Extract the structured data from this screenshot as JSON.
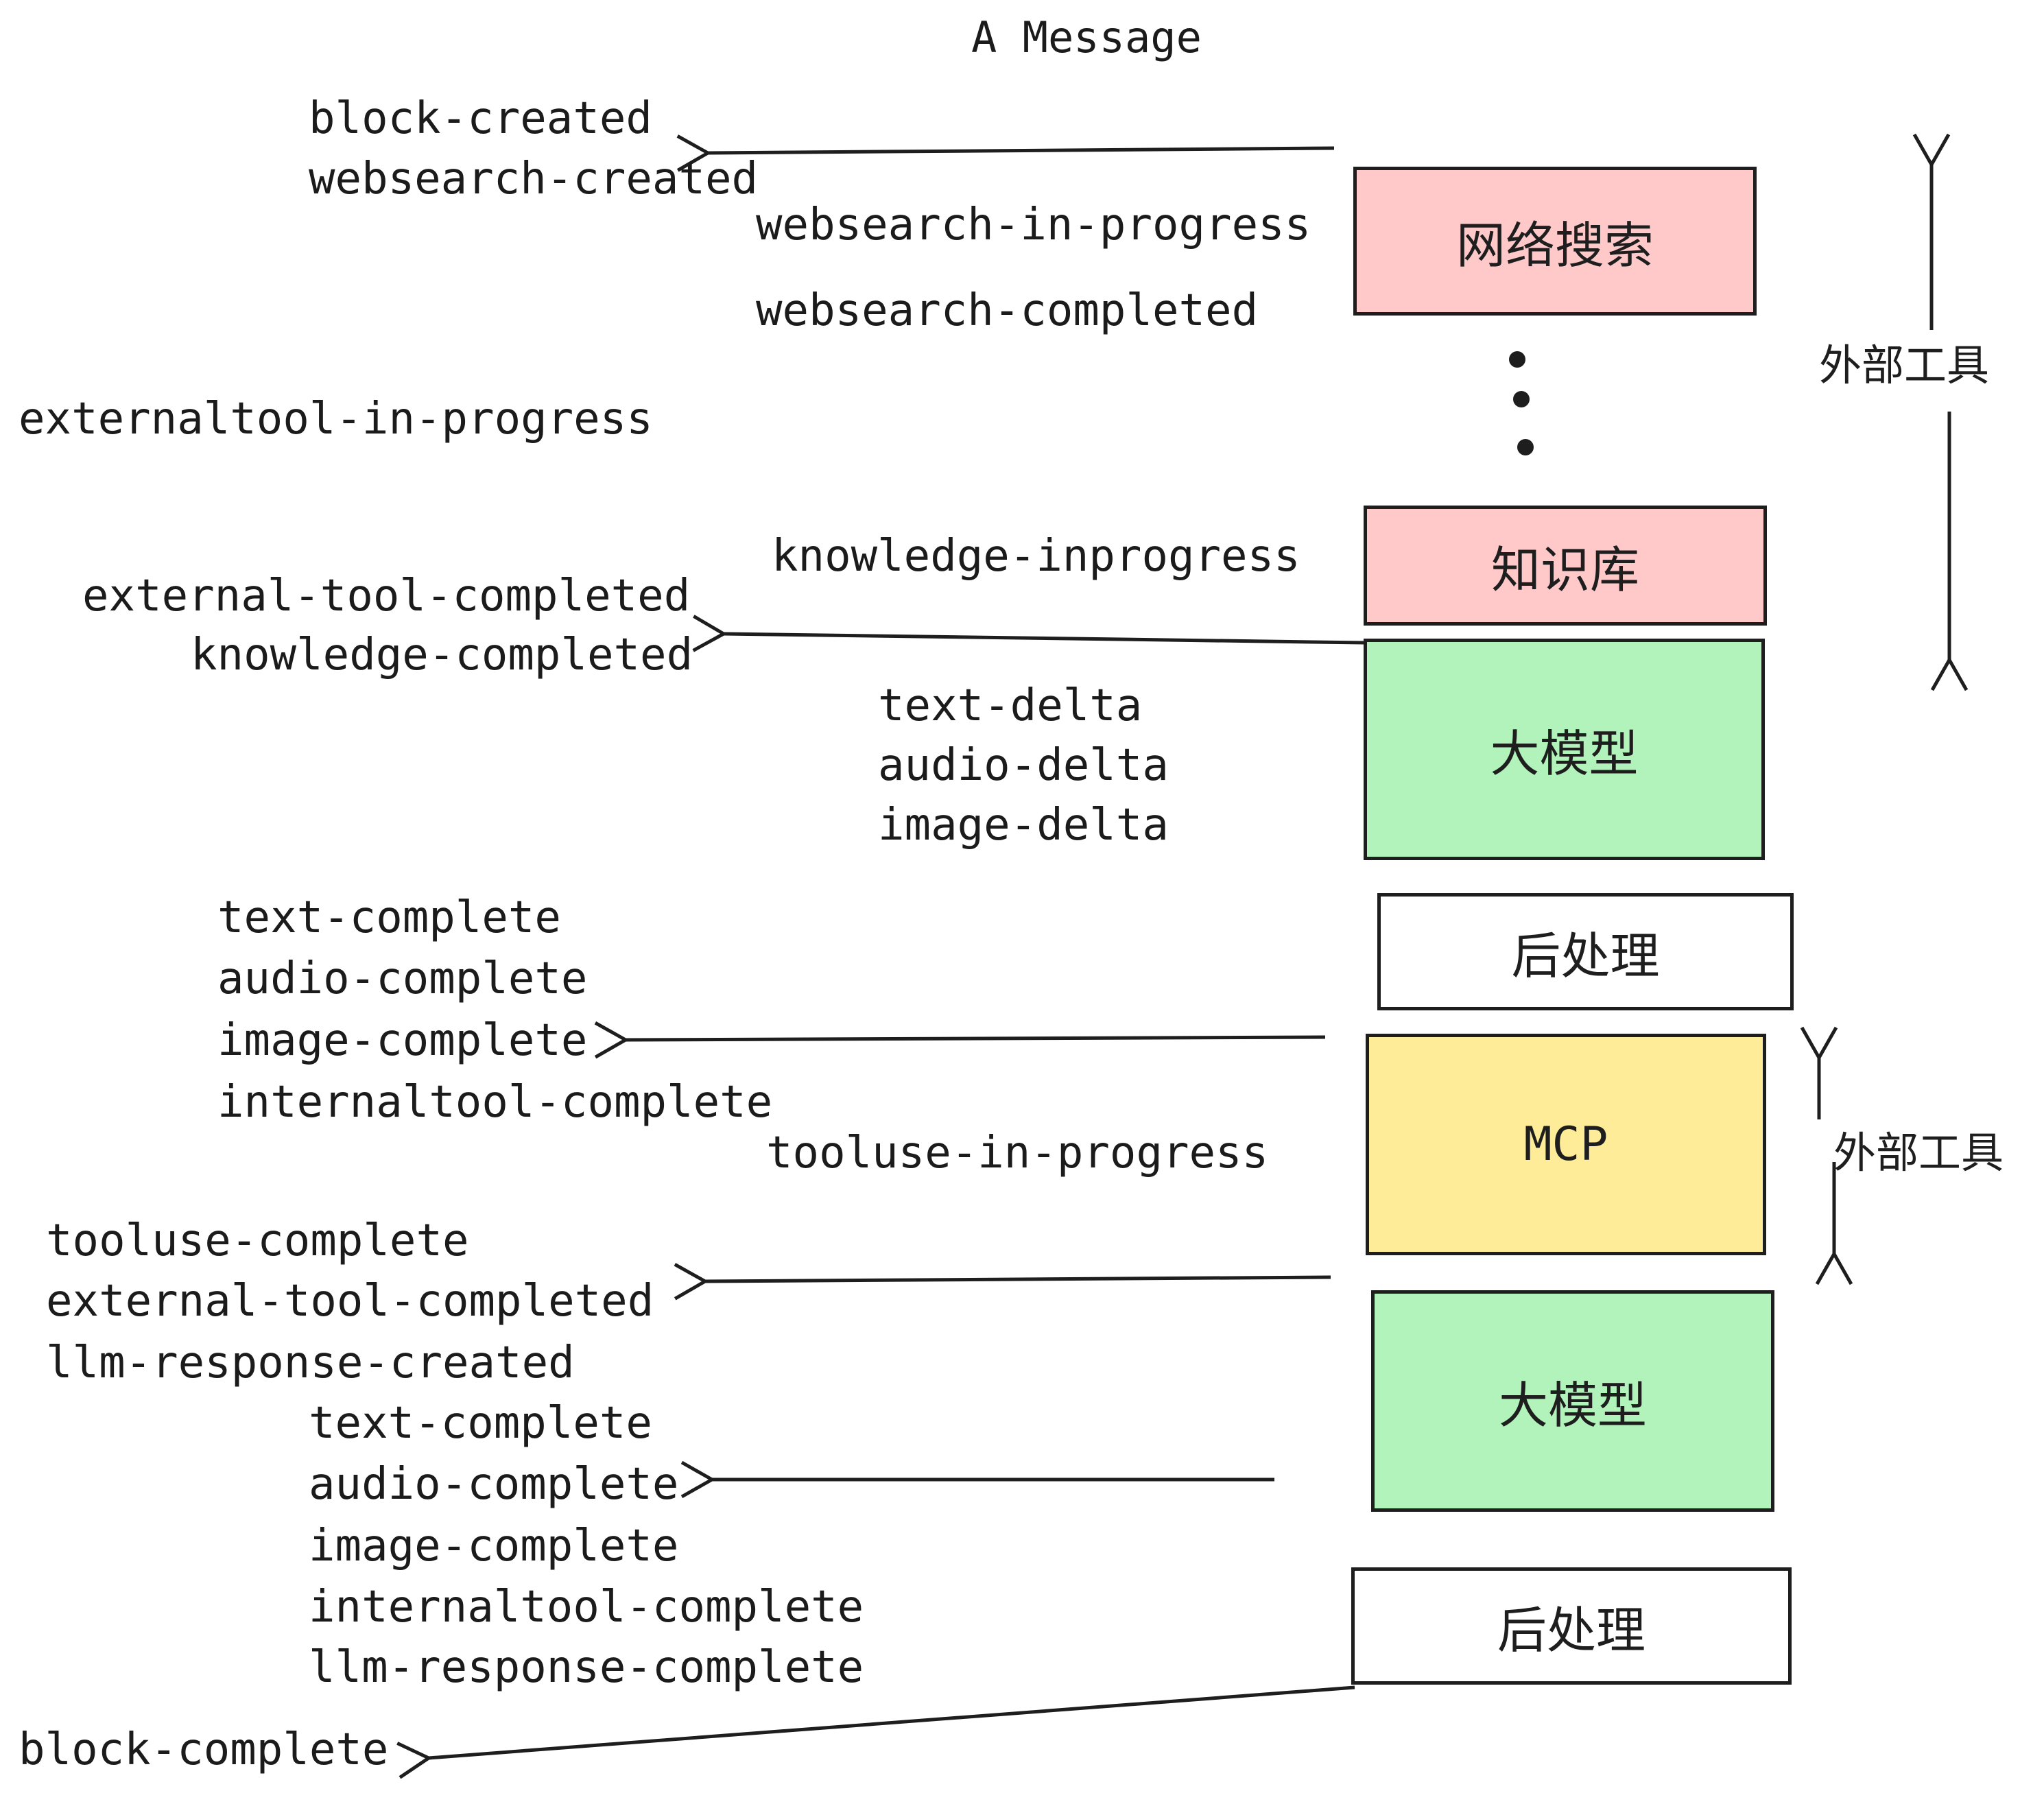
{
  "title": "A Message",
  "colors": {
    "ink": "#1e1e1e",
    "text": "#1b1b1b",
    "pink_box": "#ffc9c9",
    "green_box": "#b2f2bb",
    "yellow_box": "#ffec99",
    "white_box": "#ffffff",
    "background": "#ffffff"
  },
  "boxes": [
    {
      "id": "websearch",
      "label": "网络搜索",
      "color": "#ffc9c9"
    },
    {
      "id": "knowledge",
      "label": "知识库",
      "color": "#ffc9c9"
    },
    {
      "id": "llm-1",
      "label": "大模型",
      "color": "#b2f2bb"
    },
    {
      "id": "postprocess-1",
      "label": "后处理",
      "color": "#ffffff"
    },
    {
      "id": "mcp",
      "label": "MCP",
      "color": "#ffec99"
    },
    {
      "id": "llm-2",
      "label": "大模型",
      "color": "#b2f2bb"
    },
    {
      "id": "postprocess-2",
      "label": "后处理",
      "color": "#ffffff"
    }
  ],
  "events": [
    {
      "text": "block-created"
    },
    {
      "text": "websearch-created"
    },
    {
      "text": "websearch-in-progress"
    },
    {
      "text": "websearch-completed"
    },
    {
      "text": "externaltool-in-progress"
    },
    {
      "text": "knowledge-inprogress"
    },
    {
      "text": "external-tool-completed"
    },
    {
      "text": "knowledge-completed"
    },
    {
      "text": "text-delta"
    },
    {
      "text": "audio-delta"
    },
    {
      "text": "image-delta"
    },
    {
      "text": "text-complete"
    },
    {
      "text": "audio-complete"
    },
    {
      "text": "image-complete"
    },
    {
      "text": "internaltool-complete"
    },
    {
      "text": "tooluse-in-progress"
    },
    {
      "text": "tooluse-complete"
    },
    {
      "text": "external-tool-completed"
    },
    {
      "text": "llm-response-created"
    },
    {
      "text": "text-complete"
    },
    {
      "text": "audio-complete"
    },
    {
      "text": "image-complete"
    },
    {
      "text": "internaltool-complete"
    },
    {
      "text": "llm-response-complete"
    },
    {
      "text": "block-complete"
    }
  ],
  "side_labels": [
    {
      "text": "外部工具"
    },
    {
      "text": "外部工具"
    }
  ]
}
